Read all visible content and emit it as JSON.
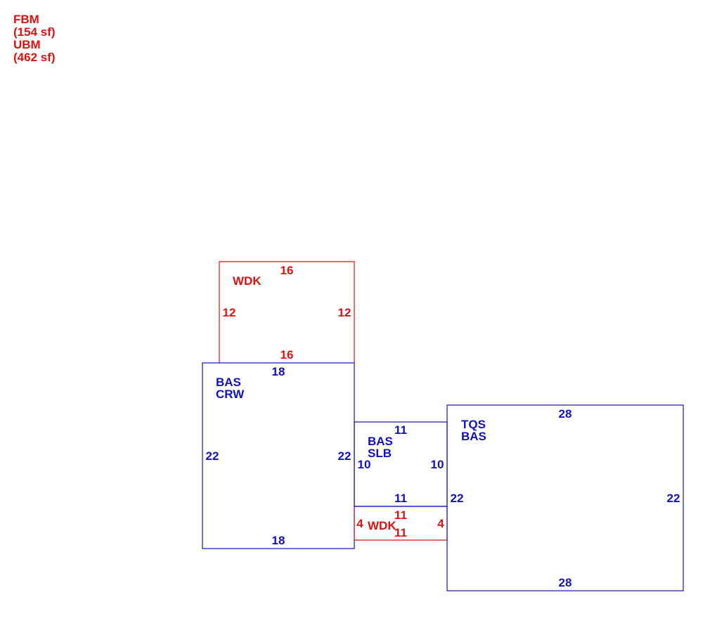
{
  "legend": {
    "lines": [
      "FBM",
      "(154 sf)",
      "UBM",
      "(462 sf)"
    ],
    "color": "#dd1111"
  },
  "colors": {
    "red": "#dd1111",
    "blue": "#1111bb"
  },
  "areas": {
    "wdk_top": {
      "code": "WDK",
      "dims": {
        "top": "16",
        "bottom": "16",
        "left": "12",
        "right": "12"
      }
    },
    "bas_crw": {
      "codes": [
        "BAS",
        "CRW"
      ],
      "dims": {
        "top": "18",
        "bottom": "18",
        "left": "22",
        "right": "22"
      }
    },
    "bas_slb": {
      "codes": [
        "BAS",
        "SLB"
      ],
      "dims": {
        "top": "11",
        "bottom": "11",
        "left": "10",
        "right": "10"
      }
    },
    "wdk_bottom": {
      "code": "WDK",
      "dims": {
        "top": "11",
        "bottom": "11",
        "left": "4",
        "right": "4"
      }
    },
    "tqs_bas": {
      "codes": [
        "TQS",
        "BAS"
      ],
      "dims": {
        "top": "28",
        "bottom": "28",
        "left": "22",
        "right": "22"
      }
    }
  }
}
